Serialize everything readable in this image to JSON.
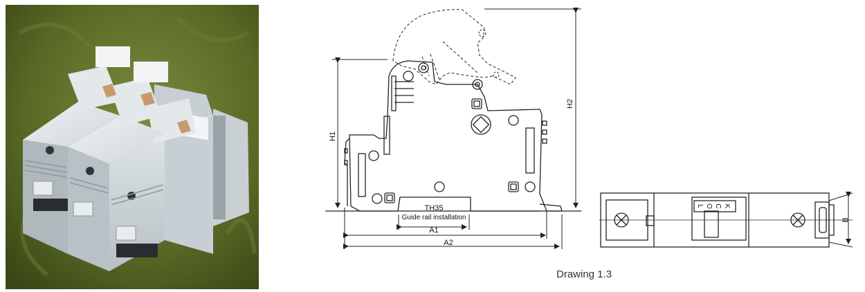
{
  "side_view": {
    "dimensions": {
      "h1": "H1",
      "h2": "H2",
      "a1": "A1",
      "a2": "A2"
    },
    "rail_label": {
      "line1": "TH35",
      "line2": "Guide rail installation"
    }
  },
  "top_view": {
    "lock_letters": [
      "L",
      "O",
      "C",
      "K"
    ],
    "dimension_b": "B"
  },
  "caption": "Drawing 1.3"
}
